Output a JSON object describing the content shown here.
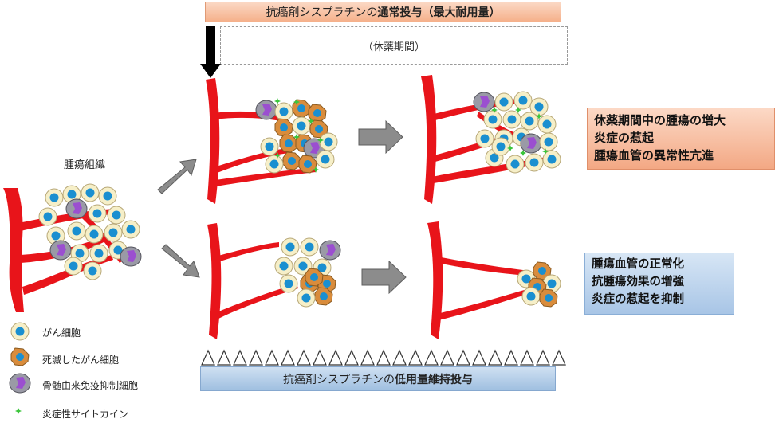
{
  "top_bar": {
    "prefix": "抗癌剤シスプラチンの",
    "bold": "通常投与（最大耐用量）"
  },
  "rest_period": "（休薬期間）",
  "bottom_bar": {
    "prefix": "抗癌剤シスプラチンの",
    "bold": "低用量維持投与"
  },
  "tumor_label": "腫瘍組織",
  "outcome_top": [
    "休薬期間中の腫瘍の増大",
    "炎症の惹起",
    "腫瘍血管の異常性亢進"
  ],
  "outcome_bottom": [
    "腫瘍血管の正常化",
    "抗腫瘍効果の増強",
    "炎症の惹起を抑制"
  ],
  "legend": [
    {
      "label": "がん細胞",
      "icon": "cancer-cell-icon"
    },
    {
      "label": "死滅したがん細胞",
      "icon": "dead-cancer-cell-icon"
    },
    {
      "label": "骨髄由来免疫抑制細胞",
      "icon": "mdsc-icon"
    },
    {
      "label": "炎症性サイトカイン",
      "icon": "cytokine-icon"
    }
  ],
  "colors": {
    "vessel": "#e8141a",
    "cancer_cell": "#f6efc8",
    "nucleus": "#1a8fd0",
    "dead_cell": "#d98c3c",
    "mdsc": "#9a9aa6",
    "mdsc_nucleus": "#9b4fd0",
    "cytokine": "#3cc63c"
  }
}
